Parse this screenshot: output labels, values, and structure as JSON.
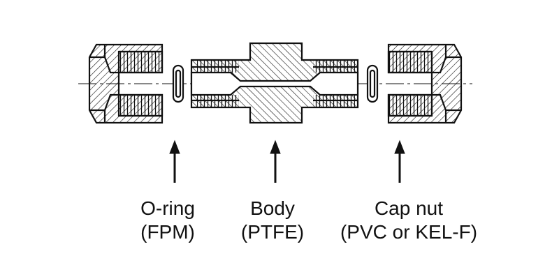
{
  "labels": {
    "oring": {
      "name": "O-ring",
      "material": "(FPM)"
    },
    "body": {
      "name": "Body",
      "material": "(PTFE)"
    },
    "capnut": {
      "name": "Cap nut",
      "material": "(PVC or KEL-F)"
    }
  },
  "colors": {
    "ink": "#111111",
    "background": "#ffffff"
  }
}
